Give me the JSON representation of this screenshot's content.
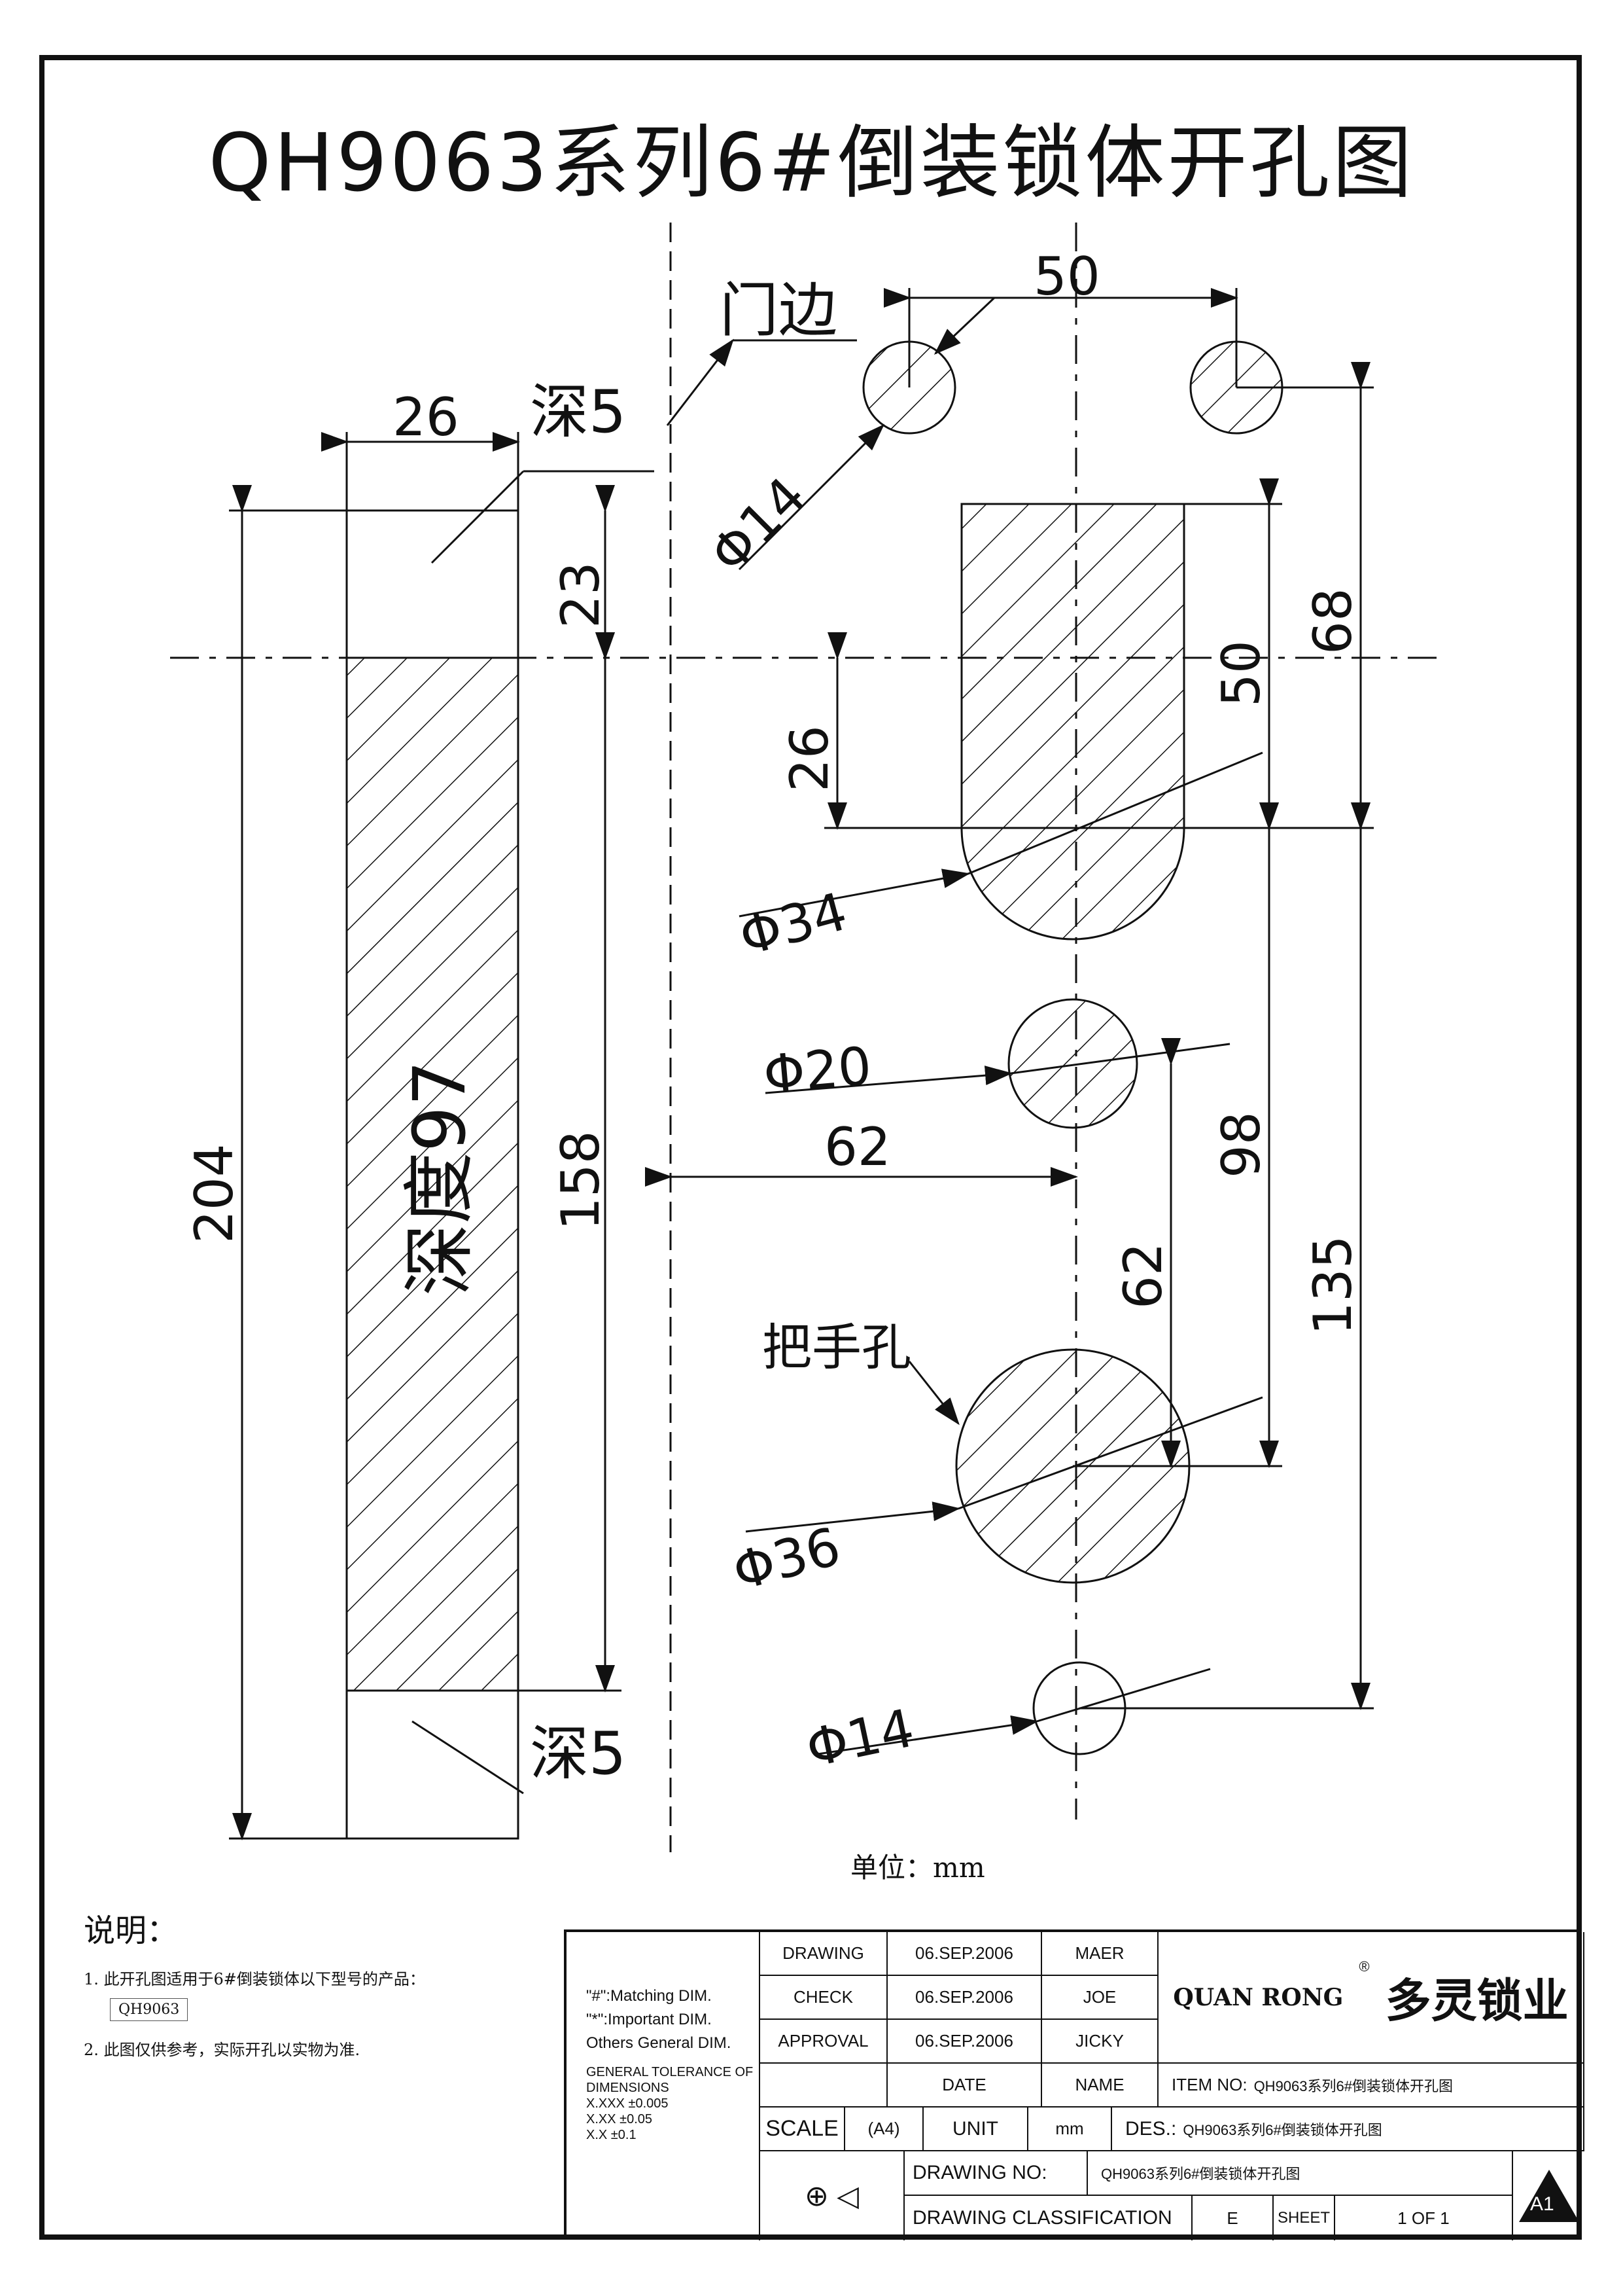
{
  "title": "QH9063系列6#倒装锁体开孔图",
  "drawing": {
    "labels": {
      "door_edge": "门边",
      "deep5_top": "深5",
      "deep5_bottom": "深5",
      "depth97": "深度97",
      "handle_hole": "把手孔",
      "unit": "单位：mm"
    },
    "dimensions": {
      "d50_top": "50",
      "d14_top": "Φ14",
      "d26_top": "26",
      "d23": "23",
      "d204": "204",
      "d158": "158",
      "d26_mid": "26",
      "d50_vert": "50",
      "d68": "68",
      "d34": "Φ34",
      "d20": "Φ20",
      "d62_horiz": "62",
      "d98": "98",
      "d62_vert": "62",
      "d135": "135",
      "d36": "Φ36",
      "d14_bottom": "Φ14"
    }
  },
  "notes": {
    "heading": "说明：",
    "items": [
      "1. 此开孔图适用于6#倒装锁体以下型号的产品：",
      "2. 此图仅供参考，实际开孔以实物为准."
    ],
    "model": "QH9063"
  },
  "title_block": {
    "legend": {
      "matching": "\"#\":Matching  DIM.",
      "important": "\"*\":Important  DIM.",
      "others": "Others General  DIM.",
      "tolerance_title": "GENERAL TOLERANCE OF DIMENSIONS",
      "xxx": "X.XXX   ±0.005",
      "xx": "X.XX     ±0.05",
      "x": "X.X        ±0.1"
    },
    "rows": [
      {
        "role": "DRAWING",
        "date": "06.SEP.2006",
        "name": "MAER"
      },
      {
        "role": "CHECK",
        "date": "06.SEP.2006",
        "name": "JOE"
      },
      {
        "role": "APPROVAL",
        "date": "06.SEP.2006",
        "name": "JICKY"
      }
    ],
    "date_header": "DATE",
    "name_header": "NAME",
    "brand_en": "QUAN RONG",
    "brand_reg": "®",
    "brand_cn": "多灵锁业",
    "item_no_label": "ITEM NO:",
    "item_no_value": "QH9063系列6#倒装锁体开孔图",
    "scale_label": "SCALE",
    "scale_value": "(A4)",
    "unit_label": "UNIT",
    "unit_value": "mm",
    "des_label": "DES.:",
    "des_value": "QH9063系列6#倒装锁体开孔图",
    "drawing_no_label": "DRAWING  NO:",
    "drawing_no_value": "QH9063系列6#倒装锁体开孔图",
    "classification_label": "DRAWING  CLASSIFICATION",
    "classification_value": "E",
    "sheet_label": "SHEET",
    "sheet_value": "1  OF  1",
    "size_mark": "A1"
  }
}
